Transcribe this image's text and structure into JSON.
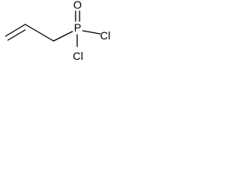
{
  "molecule": {
    "atoms": {
      "oxygen": "O",
      "phosphorus": "P",
      "chlorine_right": "Cl",
      "chlorine_bottom": "Cl"
    },
    "bond_color": "#000000",
    "background_color": "#ffffff"
  }
}
